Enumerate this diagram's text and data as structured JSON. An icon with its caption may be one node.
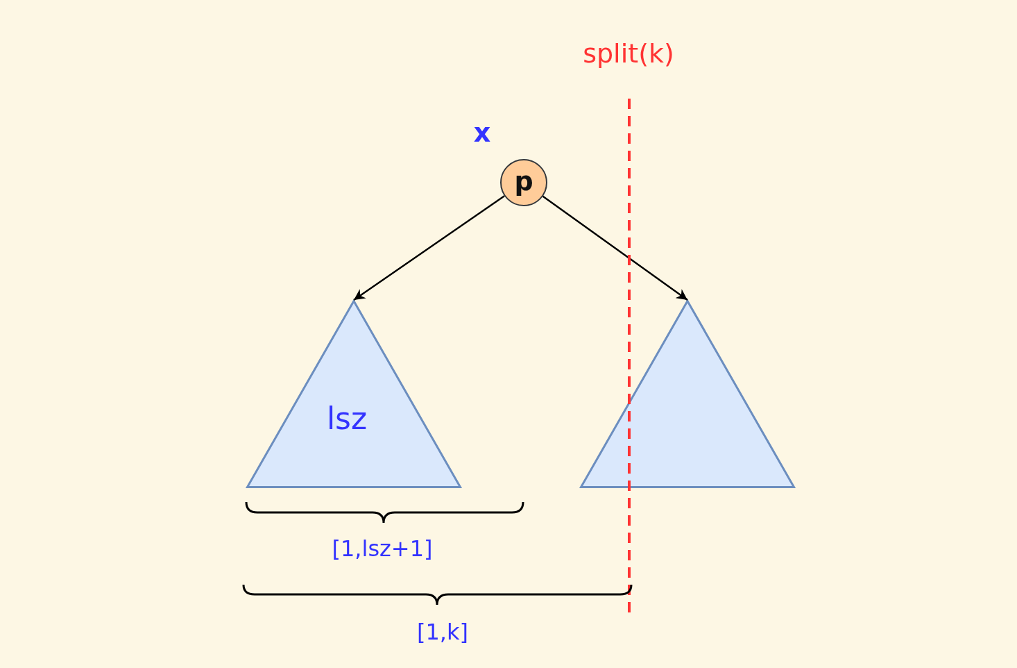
{
  "diagram": {
    "nodes": [
      {
        "text": [
          "p"
        ],
        "beside": [
          "x"
        ]
      },
      {
        "text": [
          "lsz"
        ]
      },
      {
        "text": [],
        "shape": "triangle"
      }
    ],
    "edges": [
      {
        "from": 0,
        "to": 1,
        "arrow": "to"
      },
      {
        "from": 0,
        "to": 2,
        "arrow": "to"
      }
    ],
    "labels": [
      "split(k)",
      "[1,lsz+1]",
      "[1,k]"
    ]
  }
}
